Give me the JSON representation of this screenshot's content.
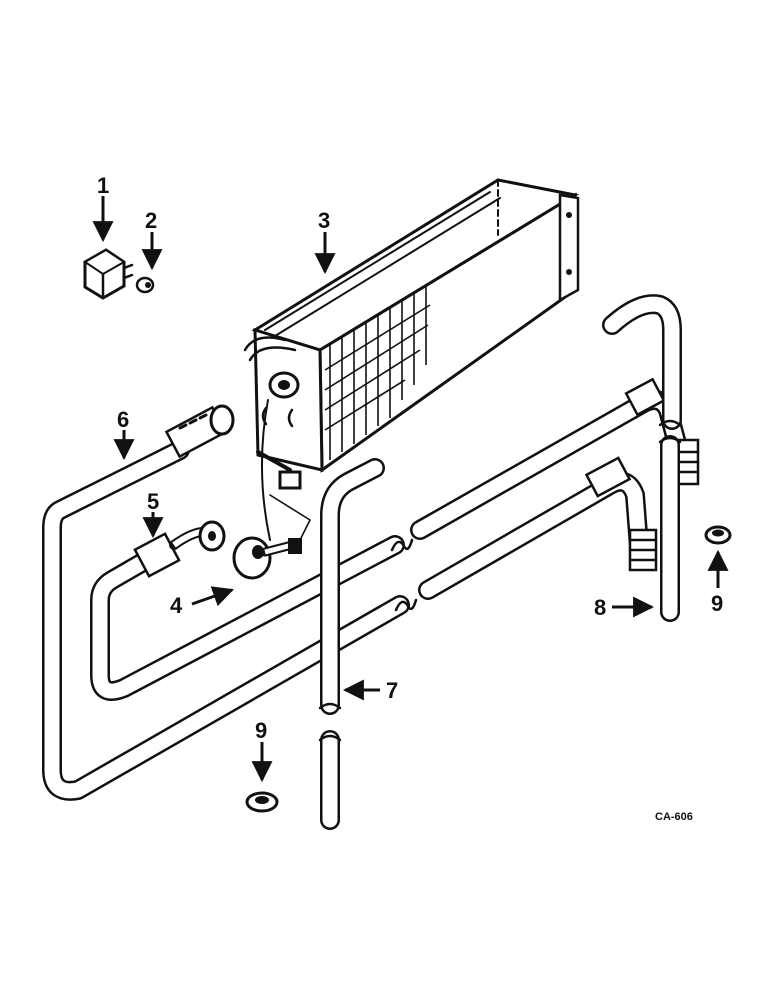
{
  "callouts": {
    "c1": "1",
    "c2": "2",
    "c3": "3",
    "c4": "4",
    "c5": "5",
    "c6": "6",
    "c7": "7",
    "c8": "8",
    "c9a": "9",
    "c9b": "9"
  },
  "drawing_code": "CA-606"
}
